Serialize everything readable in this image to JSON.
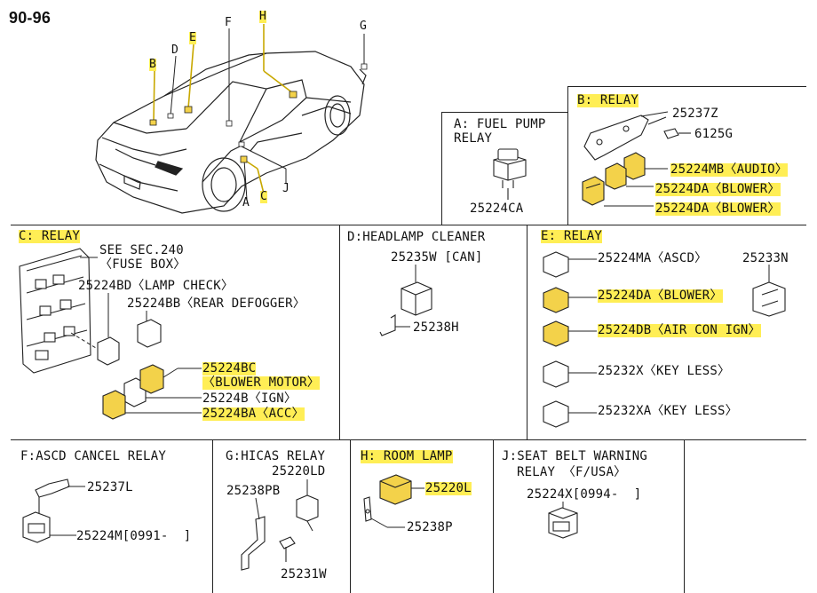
{
  "year_range": "90-96",
  "car_callouts": {
    "b": "B",
    "d": "D",
    "e": "E",
    "f": "F",
    "h": "H",
    "g": "G",
    "a": "A",
    "c": "C",
    "j": "J"
  },
  "sections": {
    "a": {
      "title_line1": "A: FUEL PUMP",
      "title_line2": "RELAY",
      "part": "25224CA"
    },
    "b": {
      "title": "B: RELAY",
      "parts": [
        "25237Z",
        "6125G",
        "25224MB〈AUDIO〉",
        "25224DA〈BLOWER〉",
        "25224DA〈BLOWER〉"
      ]
    },
    "c": {
      "title": "C: RELAY",
      "see_line1": "SEE SEC.240",
      "see_line2": "〈FUSE BOX〉",
      "parts": [
        "25224BD〈LAMP CHECK〉",
        "25224BB〈REAR DEFOGGER〉",
        "25224BC",
        "〈BLOWER MOTOR〉",
        "25224B〈IGN〉",
        "25224BA〈ACC〉"
      ]
    },
    "d": {
      "title": "D:HEADLAMP CLEANER",
      "parts": [
        "25235W [CAN]",
        "25238H"
      ]
    },
    "e": {
      "title": "E: RELAY",
      "parts": [
        "25224MA〈ASCD〉",
        "25233N",
        "25224DA〈BLOWER〉",
        "25224DB〈AIR CON IGN〉",
        "25232X〈KEY LESS〉",
        "25232XA〈KEY LESS〉"
      ]
    },
    "f": {
      "title": "F:ASCD CANCEL RELAY",
      "parts": [
        "25237L",
        "25224M[0991-  ]"
      ]
    },
    "g": {
      "title": "G:HICAS RELAY",
      "parts": [
        "25220LD",
        "25238PB",
        "25231W"
      ]
    },
    "h": {
      "title": "H: ROOM LAMP",
      "parts": [
        "25220L",
        "25238P"
      ]
    },
    "j": {
      "title_line1": "J:SEAT BELT WARNING",
      "title_line2": "RELAY 〈F/USA〉",
      "part": "25224X[0994-  ]"
    }
  },
  "colors": {
    "highlight": "#ffee55",
    "ink": "#222222",
    "relay_fill": "#f3d24a"
  }
}
